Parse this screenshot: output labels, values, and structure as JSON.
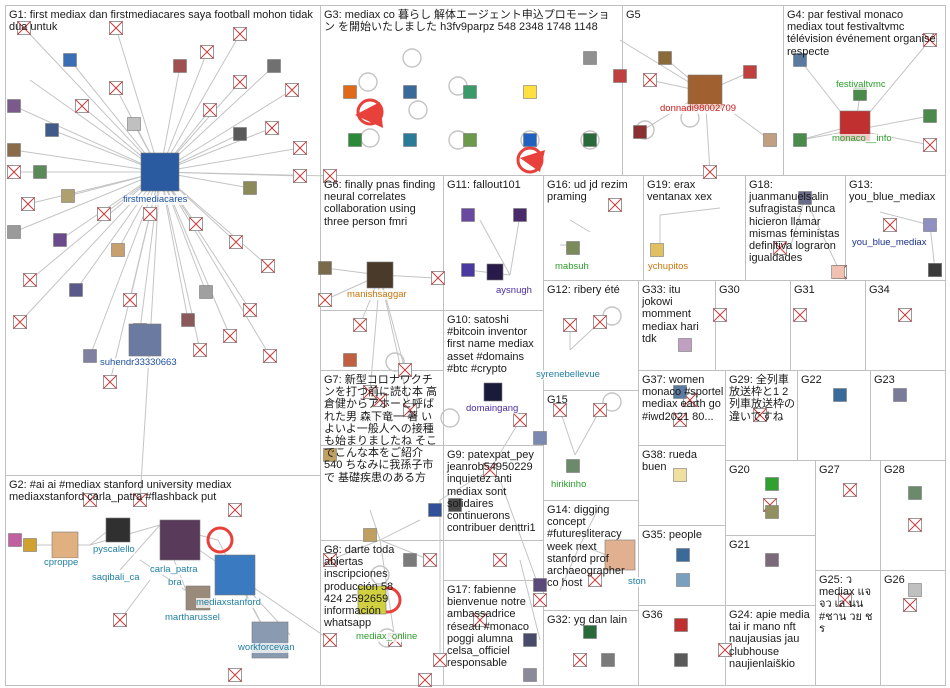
{
  "colors": {
    "box_border": "#c0c0c0",
    "edge": "#c4c4c4",
    "edge_highlight": "#e8403a",
    "label_blue": "#1a4f9f",
    "label_orange": "#c8740c",
    "label_green": "#2a9d2a",
    "label_red": "#c81818",
    "label_teal": "#1f7fa0",
    "label_purple": "#4b2ca3",
    "node_placeholder_border": "#c83a3a"
  },
  "groups": [
    {
      "id": "G1",
      "text": "G1: first mediax dan firstmediacares saya football mohon tidak dua untuk"
    },
    {
      "id": "G2",
      "text": "G2: #ai ai #mediax stanford university mediax mediaxstanford carla_patra #flashback put"
    },
    {
      "id": "G3",
      "text": "G3: mediax co 暮らし 解体エージェント申込プロモーション を開始いたしました h3fv9parpz 548 2348 1748 1148"
    },
    {
      "id": "G4",
      "text": "G4: par festival monaco mediax tout festivaltvmc télévision événement organisé respecte"
    },
    {
      "id": "G5",
      "text": "G5"
    },
    {
      "id": "G6",
      "text": "G6: finally pnas finding neural correlates collaboration using three person fmri"
    },
    {
      "id": "G7",
      "text": "G7: 新型コロナワクチンを打つ前に読む本 高倉健からアホーと呼ばれた男 森下竜一 著 いよいよ一般人への接種も始まりましたね そこでこんな本をご紹介 540 ちなみに我孫子市で 基礎疾患のある方"
    },
    {
      "id": "G8",
      "text": "G8: darte toda abiertas inscripciones producción 58 424 2592659 información whatsapp"
    },
    {
      "id": "G9",
      "text": "G9: patexpat_pey jeanrob54950229 inquietez anti mediax sont solidaires continuerons contribuer denttri1"
    },
    {
      "id": "G10",
      "text": "G10: satoshi #bitcoin inventor first name mediax asset #domains #btc #crypto"
    },
    {
      "id": "G11",
      "text": "G11: fallout101"
    },
    {
      "id": "G12",
      "text": "G12: ribery été"
    },
    {
      "id": "G13",
      "text": "G13: you_blue_mediax"
    },
    {
      "id": "G14",
      "text": "G14: digging concept #futuresliteracy week next stanford prof archaeographer co host"
    },
    {
      "id": "G15",
      "text": "G15"
    },
    {
      "id": "G16",
      "text": "G16: ud jd rezim praming"
    },
    {
      "id": "G17",
      "text": "G17: fabienne bienvenue notre ambassadrice réseau #monaco poggi alumna celsa_officiel responsable"
    },
    {
      "id": "G18",
      "text": "G18: juanmanuelsalin sufragistas nunca hicieron llamar mismas feministas definitiva lograron igualdades"
    },
    {
      "id": "G19",
      "text": "G19: erax ventanax xex"
    },
    {
      "id": "G20",
      "text": "G20"
    },
    {
      "id": "G21",
      "text": "G21"
    },
    {
      "id": "G22",
      "text": "G22"
    },
    {
      "id": "G23",
      "text": "G23"
    },
    {
      "id": "G24",
      "text": "G24: apie media tai ir mano nft naujausias jau clubhouse naujienlaiškio"
    },
    {
      "id": "G25",
      "text": "G25: ว mediax แจ จว เล นน #ชาน วย ช ร"
    },
    {
      "id": "G26",
      "text": "G26"
    },
    {
      "id": "G27",
      "text": "G27"
    },
    {
      "id": "G28",
      "text": "G28"
    },
    {
      "id": "G29",
      "text": "G29: 全列車 放送枠と1 2 列車放送枠の 違いですね"
    },
    {
      "id": "G30",
      "text": "G30"
    },
    {
      "id": "G31",
      "text": "G31"
    },
    {
      "id": "G32",
      "text": "G32: yg dan lain"
    },
    {
      "id": "G33",
      "text": "G33: itu jokowi momment mediax hari tdk"
    },
    {
      "id": "G34",
      "text": "G34"
    },
    {
      "id": "G35",
      "text": "G35: people"
    },
    {
      "id": "G36",
      "text": "G36"
    },
    {
      "id": "G37",
      "text": "G37: women monaco #sportel mediax earth go #iwd2021 80..."
    },
    {
      "id": "G38",
      "text": "G38: rueda buen"
    }
  ],
  "node_labels": [
    {
      "id": "firstmediacares",
      "text": "firstmediacares",
      "color": "#1a4f9f"
    },
    {
      "id": "suhendr33330663",
      "text": "suhendr33330663",
      "color": "#1a4f9f"
    },
    {
      "id": "donnadi98002709",
      "text": "donnadi98002709",
      "color": "#c81818"
    },
    {
      "id": "festivaltvmc",
      "text": "festivaltvmc",
      "color": "#2a9d2a"
    },
    {
      "id": "monaco__info",
      "text": "monaco__info",
      "color": "#2a9d2a"
    },
    {
      "id": "manishsaggar",
      "text": "manishsaggar",
      "color": "#c8740c"
    },
    {
      "id": "aysnugh",
      "text": "aysnugh",
      "color": "#4b2ca3"
    },
    {
      "id": "mabsuh",
      "text": "mabsuh",
      "color": "#2a9d2a"
    },
    {
      "id": "ychupitos",
      "text": "ychupitos",
      "color": "#c8740c"
    },
    {
      "id": "you_blue_mediax",
      "text": "you_blue_mediax",
      "color": "#1a2f8f"
    },
    {
      "id": "syrenebellevue",
      "text": "syrenebellevue",
      "color": "#1f7fa0"
    },
    {
      "id": "domaingang",
      "text": "domaingang",
      "color": "#4b2ca3"
    },
    {
      "id": "hirikinho",
      "text": "hirikinho",
      "color": "#2a9d2a"
    },
    {
      "id": "cproppe",
      "text": "cproppe",
      "color": "#1f7fa0"
    },
    {
      "id": "pyscalello",
      "text": "pyscalello",
      "color": "#1f7fa0"
    },
    {
      "id": "saqibali_ca",
      "text": "saqibali_ca",
      "color": "#1f7fa0"
    },
    {
      "id": "carla_patra",
      "text": "carla_patra",
      "color": "#1f7fa0"
    },
    {
      "id": "bra",
      "text": "bra",
      "color": "#1f7fa0"
    },
    {
      "id": "mediaxstanford",
      "text": "mediaxstanford",
      "color": "#1f7fa0"
    },
    {
      "id": "martharussel",
      "text": "martharussel",
      "color": "#1f7fa0"
    },
    {
      "id": "workforcevan",
      "text": "workforcevan",
      "color": "#1f7fa0"
    },
    {
      "id": "mediax_online",
      "text": "mediax_online",
      "color": "#2a9d2a"
    },
    {
      "id": "ston",
      "text": "ston",
      "color": "#1f7fa0"
    }
  ]
}
